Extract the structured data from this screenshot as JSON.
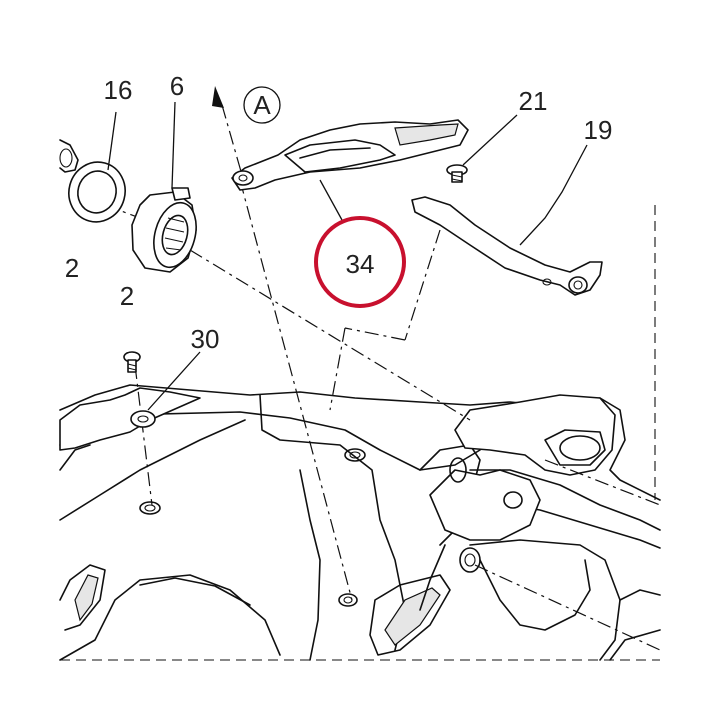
{
  "callouts": {
    "c16": "16",
    "c6": "6",
    "c21": "21",
    "c19": "19",
    "c2_left": "2",
    "c2_bolt": "2",
    "c30": "30",
    "c34": "34",
    "ref_a": "A"
  },
  "highlight": {
    "target_part": "34",
    "color": "#c8102e"
  }
}
